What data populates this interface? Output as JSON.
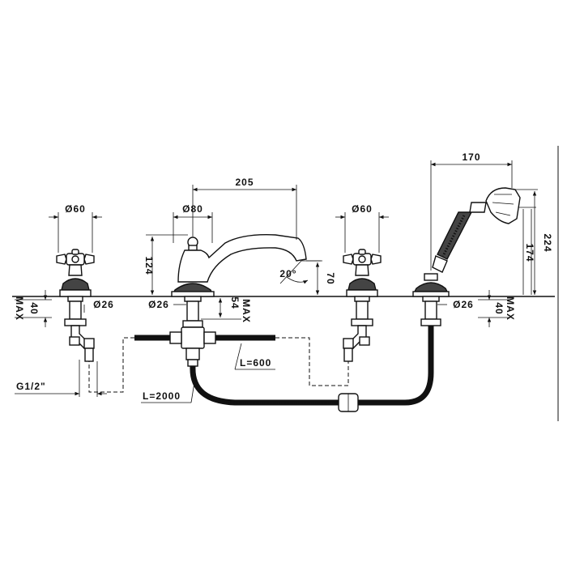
{
  "dimensions": {
    "diam_60_left": "Ø60",
    "diam_80": "Ø80",
    "len_205": "205",
    "diam_60_right": "Ø60",
    "len_170": "170",
    "h_124": "124",
    "angle_20": "20°",
    "h_70": "70",
    "h_224": "224",
    "h_174": "174",
    "h_40_left": "40",
    "max_left": "MAX",
    "diam_26_a": "Ø26",
    "diam_26_b": "Ø26",
    "h_54": "54",
    "max_mid": "MAX",
    "diam_26_c": "Ø26",
    "h_40_right": "40",
    "max_right": "MAX",
    "hose_600": "L=600",
    "hose_2000": "L=2000",
    "thread": "G1/2\""
  }
}
